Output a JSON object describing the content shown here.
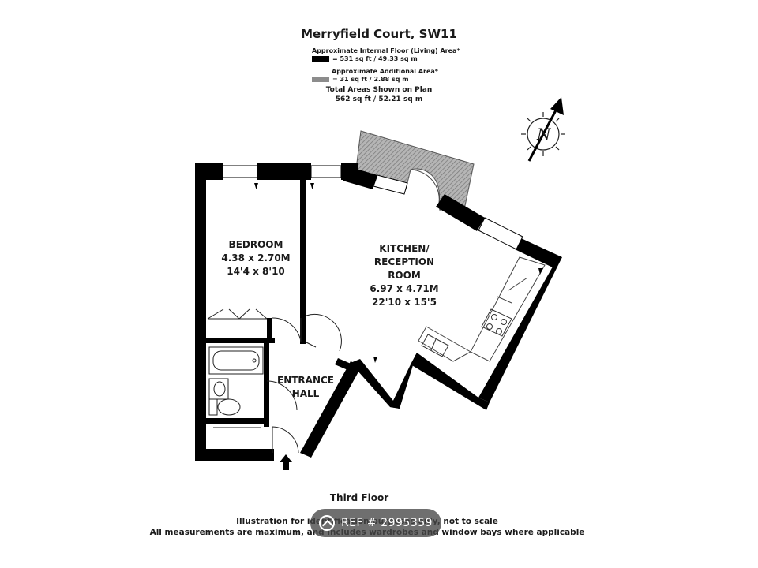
{
  "header": {
    "title": "Merryfield Court, SW11"
  },
  "legend": {
    "living_area_label": "Approximate Internal Floor (Living) Area*",
    "living_area_value": "= 531 sq ft  /  49.33 sq m",
    "living_swatch_color": "#000000",
    "additional_area_label": "Approximate Additional Area*",
    "additional_area_value": "= 31 sq ft  /  2.88 sq m",
    "additional_swatch_color": "#8c8c8c",
    "total_label": "Total Areas Shown on Plan",
    "total_value": "562 sq ft  /  52.21 sq m"
  },
  "rooms": {
    "bedroom": {
      "name": "BEDROOM",
      "metric": "4.38 x 2.70M",
      "imperial": "14'4 x 8'10"
    },
    "kitchen": {
      "name_line1": "KITCHEN/",
      "name_line2": "RECEPTION",
      "name_line3": "ROOM",
      "metric": "6.97 x 4.71M",
      "imperial": "22'10 x 15'5"
    },
    "hall": {
      "name_line1": "ENTRANCE",
      "name_line2": "HALL"
    }
  },
  "compass": {
    "letter": "N"
  },
  "footer": {
    "floor": "Third Floor",
    "disclaimer_line1": "Illustration for identification purposes only, not to scale",
    "disclaimer_line2": "All measurements are maximum, and includes wardrobes and window bays where applicable"
  },
  "watermark": {
    "text": "REF # 2995359"
  },
  "colors": {
    "wall": "#000000",
    "balcony_hatch": "#9a9a9a",
    "fixture_line": "#444444"
  }
}
